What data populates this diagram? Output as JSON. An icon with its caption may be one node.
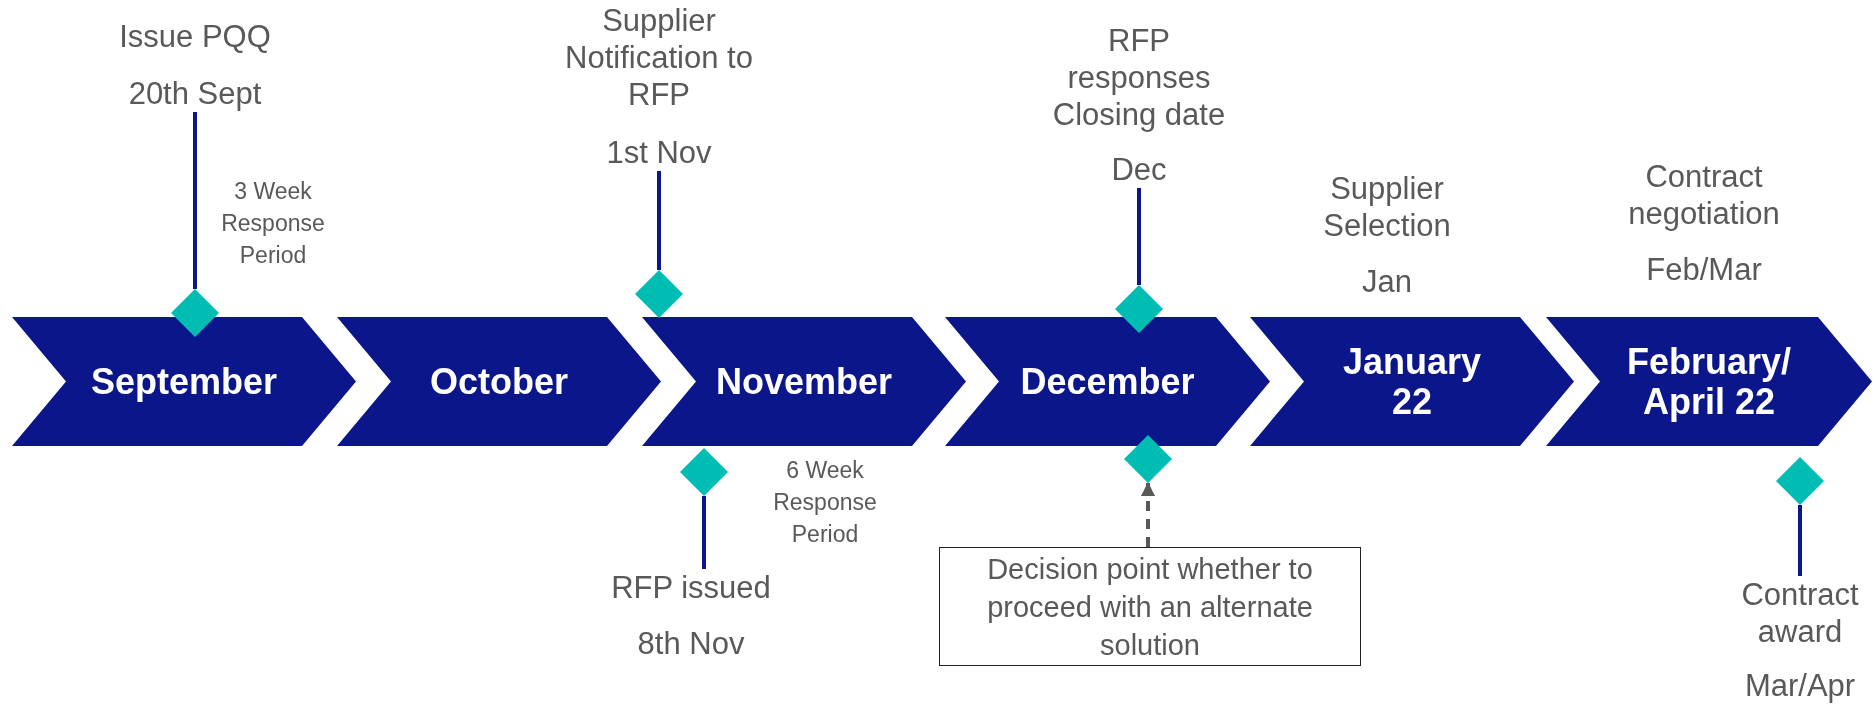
{
  "diagram": {
    "nodes": [
      {
        "text": [
          "September"
        ]
      },
      {
        "text": [
          "October"
        ]
      },
      {
        "text": [
          "November"
        ]
      },
      {
        "text": [
          "December"
        ]
      },
      {
        "text": [
          "January 22"
        ]
      },
      {
        "text": [
          "February/ April 22"
        ]
      },
      {
        "text": [
          "Issue PQQ",
          "20th Sept"
        ]
      },
      {
        "text": [],
        "shape": "diamond"
      },
      {
        "text": [
          "Supplier Notification to RFP",
          "1st Nov"
        ]
      },
      {
        "text": [],
        "shape": "diamond"
      },
      {
        "text": [],
        "shape": "diamond"
      },
      {
        "text": [
          "RFP issued",
          "8th Nov"
        ]
      },
      {
        "text": [
          "RFP responses Closing date",
          "Dec"
        ]
      },
      {
        "text": [],
        "shape": "diamond"
      },
      {
        "text": [],
        "shape": "diamond"
      },
      {
        "text": [
          "Decision point whether to proceed with an alternate solution"
        ]
      },
      {
        "text": [],
        "shape": "diamond"
      },
      {
        "text": [
          "Contract award",
          "Mar/Apr"
        ]
      }
    ],
    "edges": [
      {
        "from": 6,
        "to": 7,
        "arrow": "none"
      },
      {
        "from": 8,
        "to": 9,
        "arrow": "none"
      },
      {
        "from": 11,
        "to": 10,
        "arrow": "none"
      },
      {
        "from": 12,
        "to": 13,
        "arrow": "none"
      },
      {
        "from": 15,
        "to": 14,
        "arrow": "to",
        "style": "dashed",
        "color": "#595959"
      },
      {
        "from": 17,
        "to": 16,
        "arrow": "none"
      }
    ],
    "labels": [
      "3 Week Response Period",
      "Supplier Selection",
      "Jan",
      "Contract negotiation",
      "Feb/Mar",
      "6 Week Response Period"
    ]
  }
}
